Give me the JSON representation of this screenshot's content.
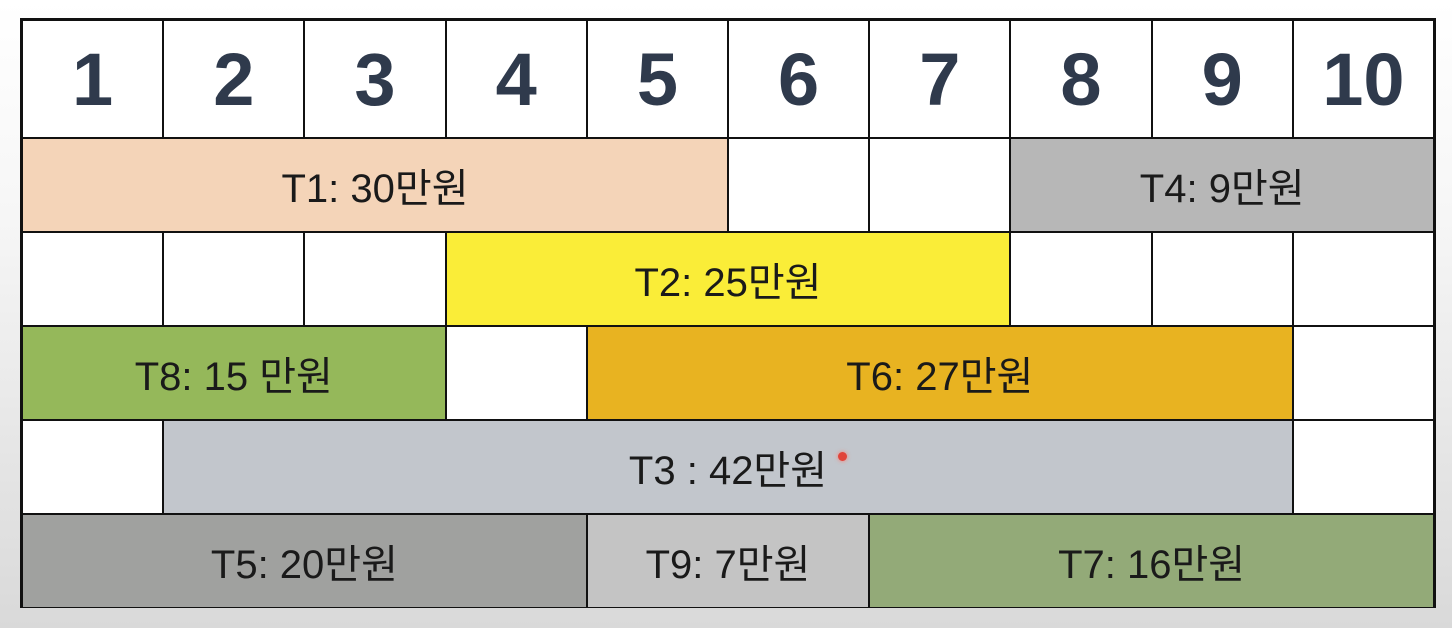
{
  "header": [
    "1",
    "2",
    "3",
    "4",
    "5",
    "6",
    "7",
    "8",
    "9",
    "10"
  ],
  "rows": [
    [
      {
        "label": "T1: 30만원",
        "span": 5,
        "color": "#f4d4b8"
      },
      {
        "label": "",
        "span": 1
      },
      {
        "label": "",
        "span": 1
      },
      {
        "label": "T4: 9만원",
        "span": 3,
        "color": "#b7b7b7"
      }
    ],
    [
      {
        "label": "",
        "span": 1
      },
      {
        "label": "",
        "span": 1
      },
      {
        "label": "",
        "span": 1
      },
      {
        "label": "T2: 25만원",
        "span": 4,
        "color": "#faed38"
      },
      {
        "label": "",
        "span": 1
      },
      {
        "label": "",
        "span": 1
      },
      {
        "label": "",
        "span": 1
      }
    ],
    [
      {
        "label": "T8: 15 만원",
        "span": 3,
        "color": "#95b85a"
      },
      {
        "label": "",
        "span": 1
      },
      {
        "label": "T6: 27만원",
        "span": 5,
        "color": "#e8b321"
      },
      {
        "label": "",
        "span": 1
      }
    ],
    [
      {
        "label": "",
        "span": 1
      },
      {
        "label": "T3 : 42만원",
        "span": 8,
        "color": "#c2c6cc"
      },
      {
        "label": "",
        "span": 1
      }
    ],
    [
      {
        "label": "T5: 20만원",
        "span": 4,
        "color": "#a0a19f"
      },
      {
        "label": "T9: 7만원",
        "span": 2,
        "color": "#c4c4c4"
      },
      {
        "label": "T7: 16만원",
        "span": 4,
        "color": "#93aa78"
      }
    ]
  ]
}
